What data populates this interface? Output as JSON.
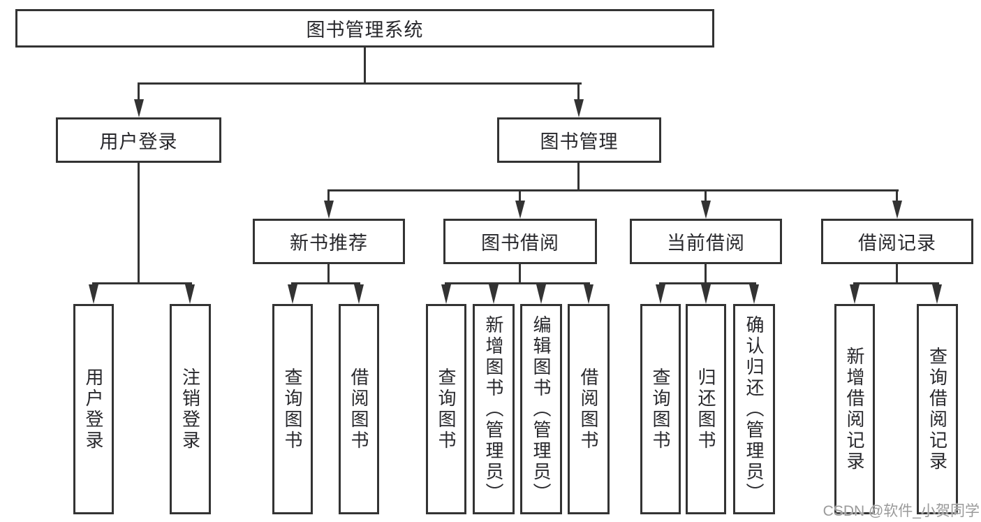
{
  "diagram_type": "hierarchy-tree",
  "tree": {
    "label": "图书管理系统",
    "children": [
      {
        "label": "用户登录",
        "children": [
          {
            "label": "用户登录"
          },
          {
            "label": "注销登录"
          }
        ]
      },
      {
        "label": "图书管理",
        "children": [
          {
            "label": "新书推荐",
            "children": [
              {
                "label": "查询图书"
              },
              {
                "label": "借阅图书"
              }
            ]
          },
          {
            "label": "图书借阅",
            "children": [
              {
                "label": "查询图书"
              },
              {
                "label": "新增图书（管理员）"
              },
              {
                "label": "编辑图书（管理员）"
              },
              {
                "label": "借阅图书"
              }
            ]
          },
          {
            "label": "当前借阅",
            "children": [
              {
                "label": "查询图书"
              },
              {
                "label": "归还图书"
              },
              {
                "label": "确认归还（管理员）"
              }
            ]
          },
          {
            "label": "借阅记录",
            "children": [
              {
                "label": "新增借阅记录"
              },
              {
                "label": "查询借阅记录"
              }
            ]
          }
        ]
      }
    ]
  },
  "watermark": {
    "text": "CSDN @软件_小贺同学"
  },
  "colors": {
    "background": "#ffffff",
    "box_fill": "#ffffff",
    "box_border": "#333333",
    "line": "#333333",
    "text": "#28282c",
    "watermark": "#9a9a9a"
  }
}
